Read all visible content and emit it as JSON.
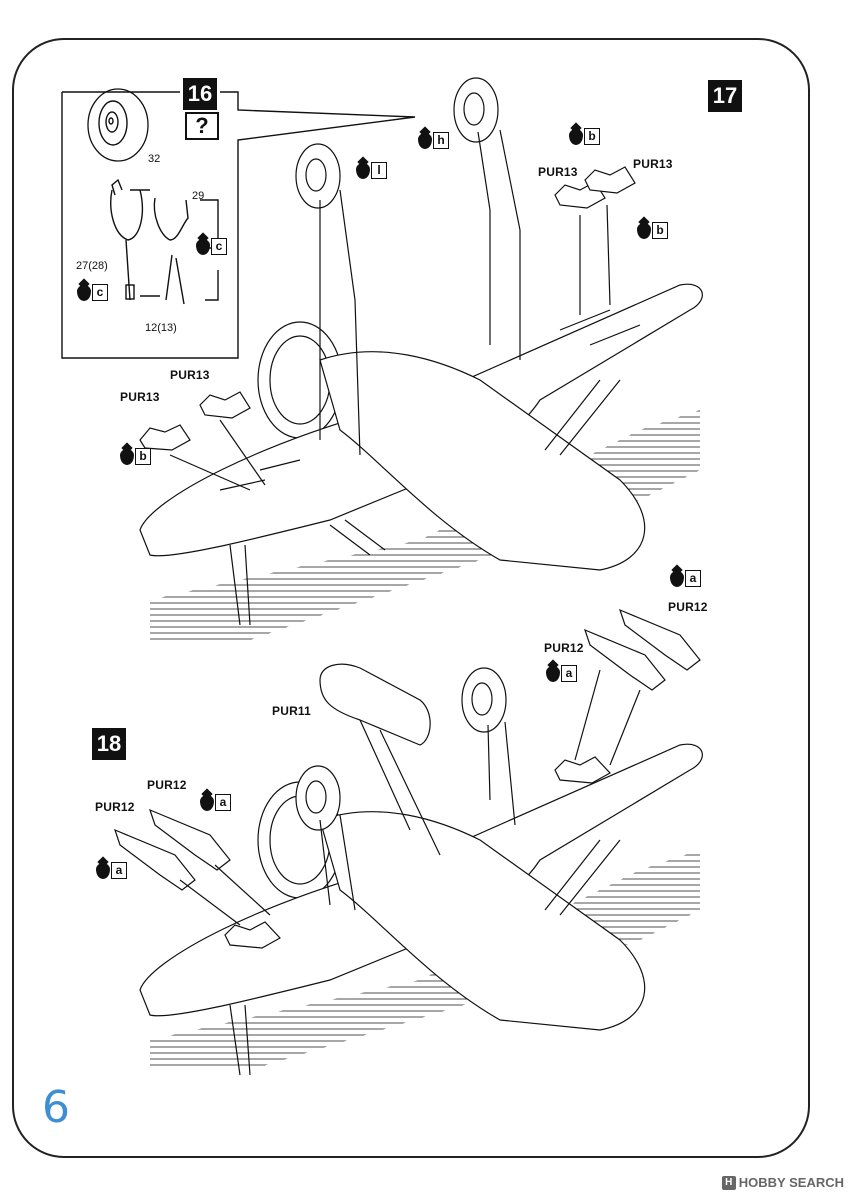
{
  "page_number": "6",
  "watermark": {
    "text": "HOBBY SEARCH",
    "logo": "H"
  },
  "steps": {
    "s16": "16",
    "s17": "17",
    "s18": "18",
    "question_mark": "?"
  },
  "part_labels": {
    "p32": "32",
    "p29": "29",
    "p27_28": "27(28)",
    "p12_13": "12(13)"
  },
  "resin_labels": {
    "pur13_a": "PUR13",
    "pur13_b": "PUR13",
    "pur13_c": "PUR13",
    "pur13_d": "PUR13",
    "pur12_a": "PUR12",
    "pur12_b": "PUR12",
    "pur12_c": "PUR12",
    "pur12_d": "PUR12",
    "pur11": "PUR11"
  },
  "paint_codes": {
    "c1": "c",
    "c2": "c",
    "l1": "l",
    "h1": "h",
    "b1": "b",
    "b2": "b",
    "b3": "b",
    "a1": "a",
    "a2": "a",
    "a3": "a",
    "a4": "a"
  }
}
